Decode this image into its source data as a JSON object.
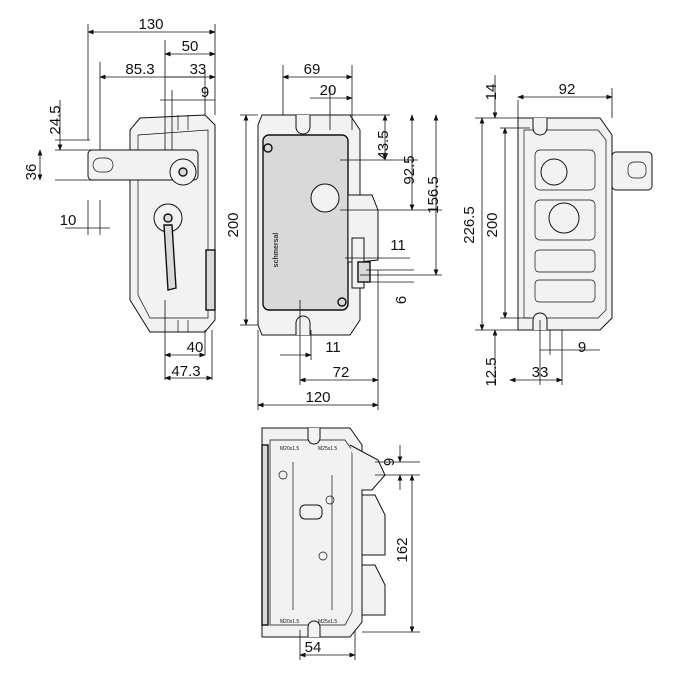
{
  "side_view": {
    "dims": [
      "130",
      "50",
      "85.3",
      "33",
      "9",
      "24.5",
      "36",
      "10",
      "40",
      "47.3"
    ]
  },
  "front_view": {
    "dims": [
      "69",
      "20",
      "43.5",
      "92.5",
      "156.5",
      "200",
      "11",
      "6",
      "11",
      "72",
      "120"
    ],
    "logo": "schmersal"
  },
  "rear_view": {
    "dims": [
      "14",
      "92",
      "226.5",
      "200",
      "12.5",
      "9",
      "33"
    ]
  },
  "bottom_view": {
    "dims": [
      "9",
      "162",
      "54"
    ],
    "thread_labels": [
      "M20x1.5",
      "M25x1.5",
      "M20x1.5",
      "M25x1.5"
    ]
  }
}
